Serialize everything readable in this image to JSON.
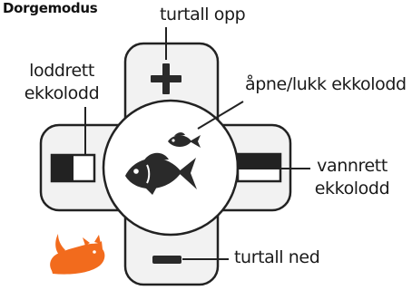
{
  "title": "Dorgemodus",
  "labels": {
    "up": "turtall opp",
    "down": "turtall ned",
    "toggle": "åpne/lukk ekkolodd",
    "vertical_line1": "loddrett",
    "vertical_line2": "ekkolodd",
    "horizontal_line1": "vannrett",
    "horizontal_line2": "ekkolodd"
  },
  "colors": {
    "panel_fill": "#f2f2f2",
    "outline": "#222222",
    "accent": "#f26b1d",
    "text": "#1a1a1a"
  },
  "icons": {
    "plus": "plus-icon",
    "minus": "minus-icon",
    "fish": "fish-icon",
    "vertical_sonar": "vertical-sonar-icon",
    "horizontal_sonar": "horizontal-sonar-icon",
    "logo": "cat-fish-logo-icon"
  }
}
